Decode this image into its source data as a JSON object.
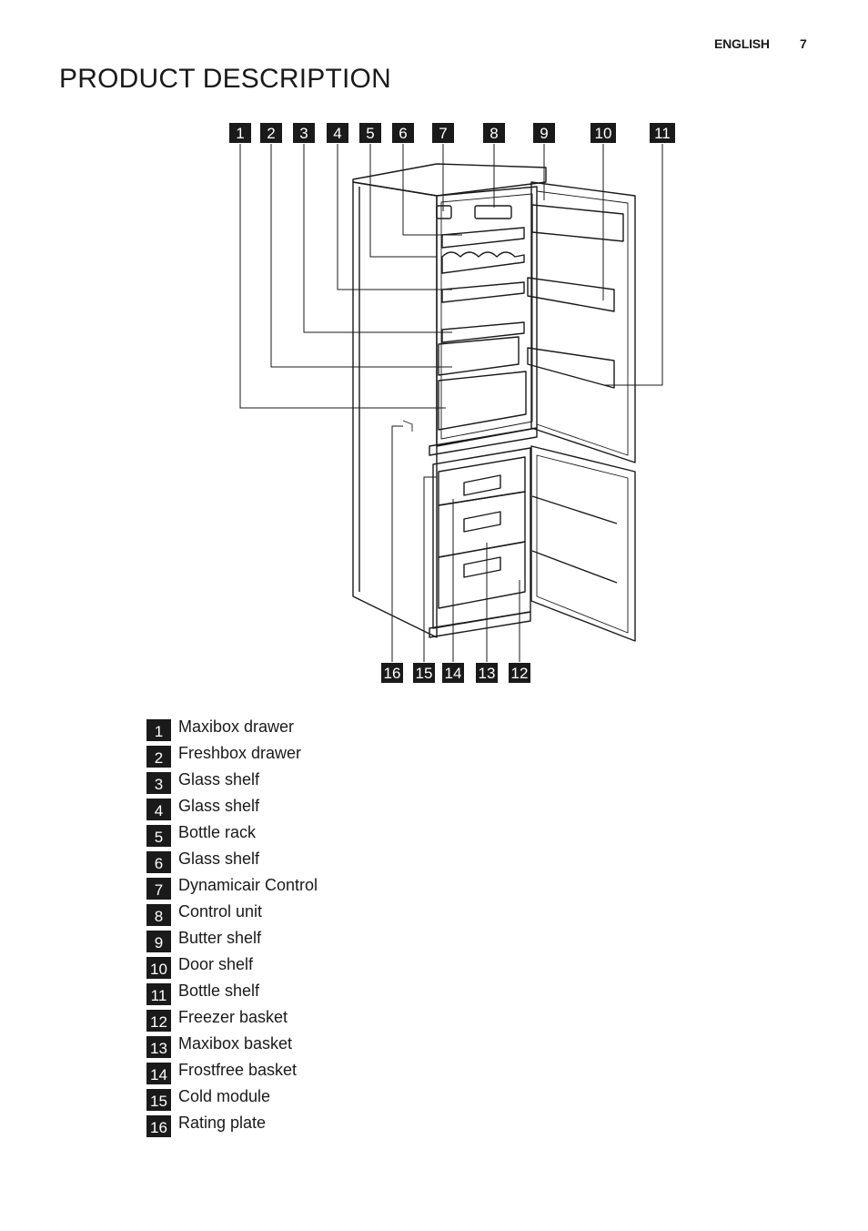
{
  "header": {
    "language": "ENGLISH",
    "page_number": "7"
  },
  "title": "PRODUCT DESCRIPTION",
  "callouts_top": [
    "1",
    "2",
    "3",
    "4",
    "5",
    "6",
    "7",
    "8",
    "9",
    "10",
    "11"
  ],
  "callouts_bottom": [
    "16",
    "15",
    "14",
    "13",
    "12"
  ],
  "legend": [
    {
      "num": "1",
      "label": "Maxibox drawer"
    },
    {
      "num": "2",
      "label": "Freshbox drawer"
    },
    {
      "num": "3",
      "label": "Glass shelf"
    },
    {
      "num": "4",
      "label": "Glass shelf"
    },
    {
      "num": "5",
      "label": "Bottle rack"
    },
    {
      "num": "6",
      "label": "Glass shelf"
    },
    {
      "num": "7",
      "label": "Dynamicair Control"
    },
    {
      "num": "8",
      "label": "Control unit"
    },
    {
      "num": "9",
      "label": "Butter shelf"
    },
    {
      "num": "10",
      "label": "Door shelf"
    },
    {
      "num": "11",
      "label": "Bottle shelf"
    },
    {
      "num": "12",
      "label": "Freezer basket"
    },
    {
      "num": "13",
      "label": "Maxibox basket"
    },
    {
      "num": "14",
      "label": "Frostfree basket"
    },
    {
      "num": "15",
      "label": "Cold module"
    },
    {
      "num": "16",
      "label": "Rating plate"
    }
  ]
}
